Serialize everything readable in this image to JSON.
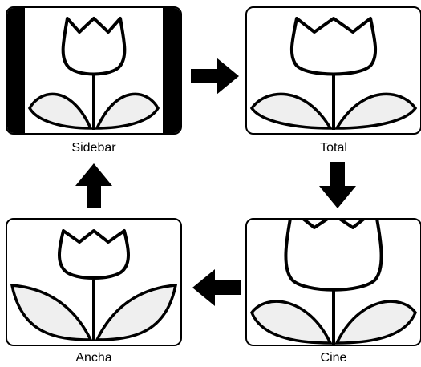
{
  "modes": {
    "sidebar": {
      "label": "Sidebar",
      "icon": "tulip-icon"
    },
    "total": {
      "label": "Total",
      "icon": "tulip-icon"
    },
    "ancha": {
      "label": "Ancha",
      "icon": "tulip-icon"
    },
    "cine": {
      "label": "Cine",
      "icon": "tulip-icon"
    }
  },
  "sequence": [
    "Sidebar",
    "Total",
    "Cine",
    "Ancha"
  ],
  "colors": {
    "stroke": "#000000",
    "leaf_fill": "#efefef",
    "background": "#ffffff"
  }
}
